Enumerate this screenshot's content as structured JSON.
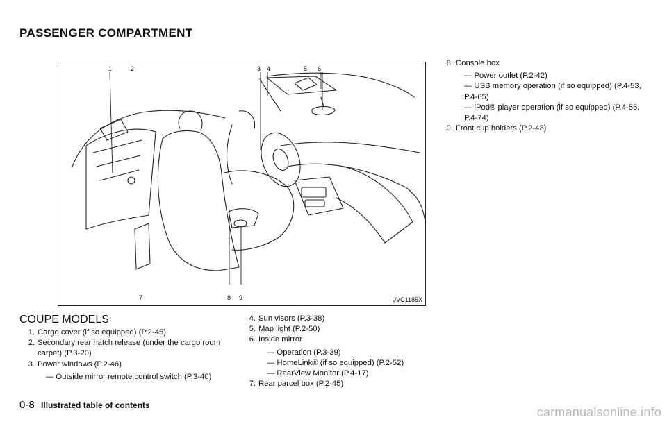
{
  "section_title": "PASSENGER COMPARTMENT",
  "figure": {
    "code": "JVC1185X",
    "callouts": [
      "1",
      "2",
      "3",
      "4",
      "5",
      "6",
      "7",
      "8",
      "9"
    ]
  },
  "sub_heading": "COUPE MODELS",
  "items": [
    {
      "num": "1.",
      "text": "Cargo cover (if so equipped) (P.2-45)",
      "sub": []
    },
    {
      "num": "2.",
      "text": "Secondary rear hatch release (under the cargo room carpet) (P.3-20)",
      "sub": []
    },
    {
      "num": "3.",
      "text": "Power windows (P.2-46)",
      "sub": [
        "— Outside mirror remote control switch (P.3-40)"
      ]
    },
    {
      "num": "4.",
      "text": "Sun visors (P.3-38)",
      "sub": []
    },
    {
      "num": "5.",
      "text": "Map light (P.2-50)",
      "sub": []
    },
    {
      "num": "6.",
      "text": "Inside mirror",
      "sub": [
        "— Operation (P.3-39)",
        "— HomeLink® (if so equipped) (P.2-52)",
        "— RearView Monitor (P.4-17)"
      ]
    },
    {
      "num": "7.",
      "text": "Rear parcel box (P.2-45)",
      "sub": []
    },
    {
      "num": "8.",
      "text": "Console box",
      "sub": [
        "— Power outlet (P.2-42)",
        "— USB memory operation (if so equipped) (P.4-53, P.4-65)",
        "— iPod® player operation (if so equipped) (P.4-55, P.4-74)"
      ]
    },
    {
      "num": "9.",
      "text": "Front cup holders (P.2-43)",
      "sub": []
    }
  ],
  "footer": {
    "page_number": "0-8",
    "title": "Illustrated table of contents"
  },
  "watermark": "carmanualsonline.info"
}
